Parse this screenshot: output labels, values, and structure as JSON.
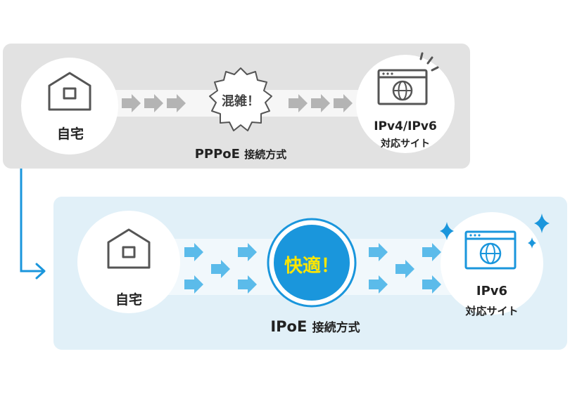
{
  "pppoe": {
    "home_label": "自宅",
    "congestion_label": "混雑！",
    "site_label_line1": "IPv4/IPv6",
    "site_label_line2": "対応サイト",
    "method_name": "PPPoE",
    "method_suffix": "接続方式"
  },
  "ipoe": {
    "home_label": "自宅",
    "comfort_label": "快適！",
    "site_label_line1": "IPv6",
    "site_label_line2": "対応サイト",
    "method_name": "IPoE",
    "method_suffix": "接続方式"
  },
  "colors": {
    "top_panel": "#e2e2e2",
    "bottom_panel": "#e1f0f8",
    "accent_blue": "#1a96dc",
    "comfort_text": "#ffe600",
    "icon_gray": "#555555",
    "arrow_gray": "#b4b4b4"
  },
  "icons": {
    "house": "house-icon",
    "browser_globe": "browser-globe-icon",
    "sparkle": "sparkle-icon",
    "burst": "starburst-badge"
  }
}
